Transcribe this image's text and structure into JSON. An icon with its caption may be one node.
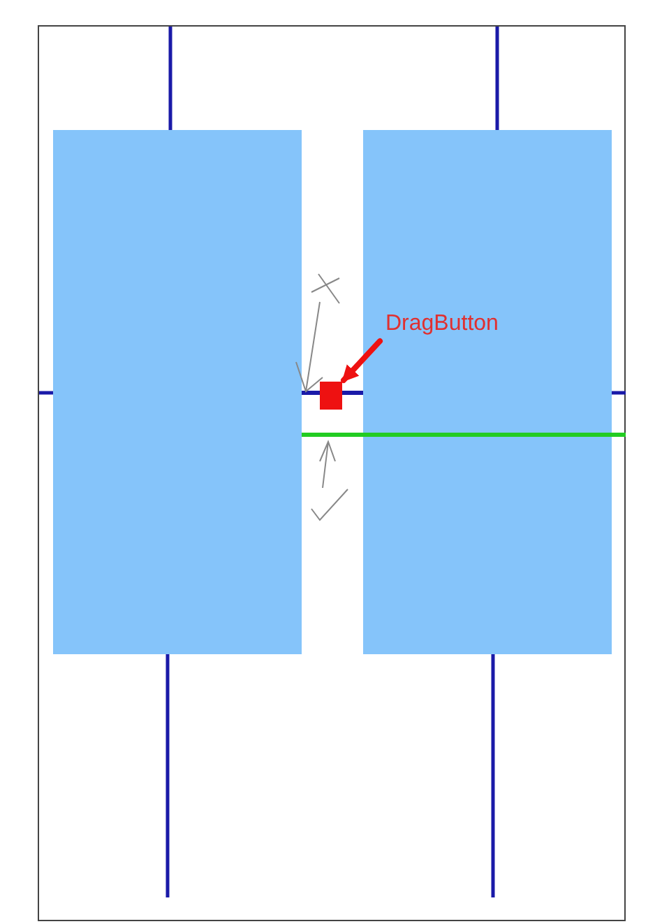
{
  "diagram": {
    "nodes": [
      {
        "text": [
          "DragButton"
        ]
      },
      {
        "text": [],
        "shape": "box"
      }
    ],
    "edges": [
      {
        "from": 0,
        "to": 1,
        "arrow": "to",
        "color": "#ee1111"
      }
    ]
  }
}
